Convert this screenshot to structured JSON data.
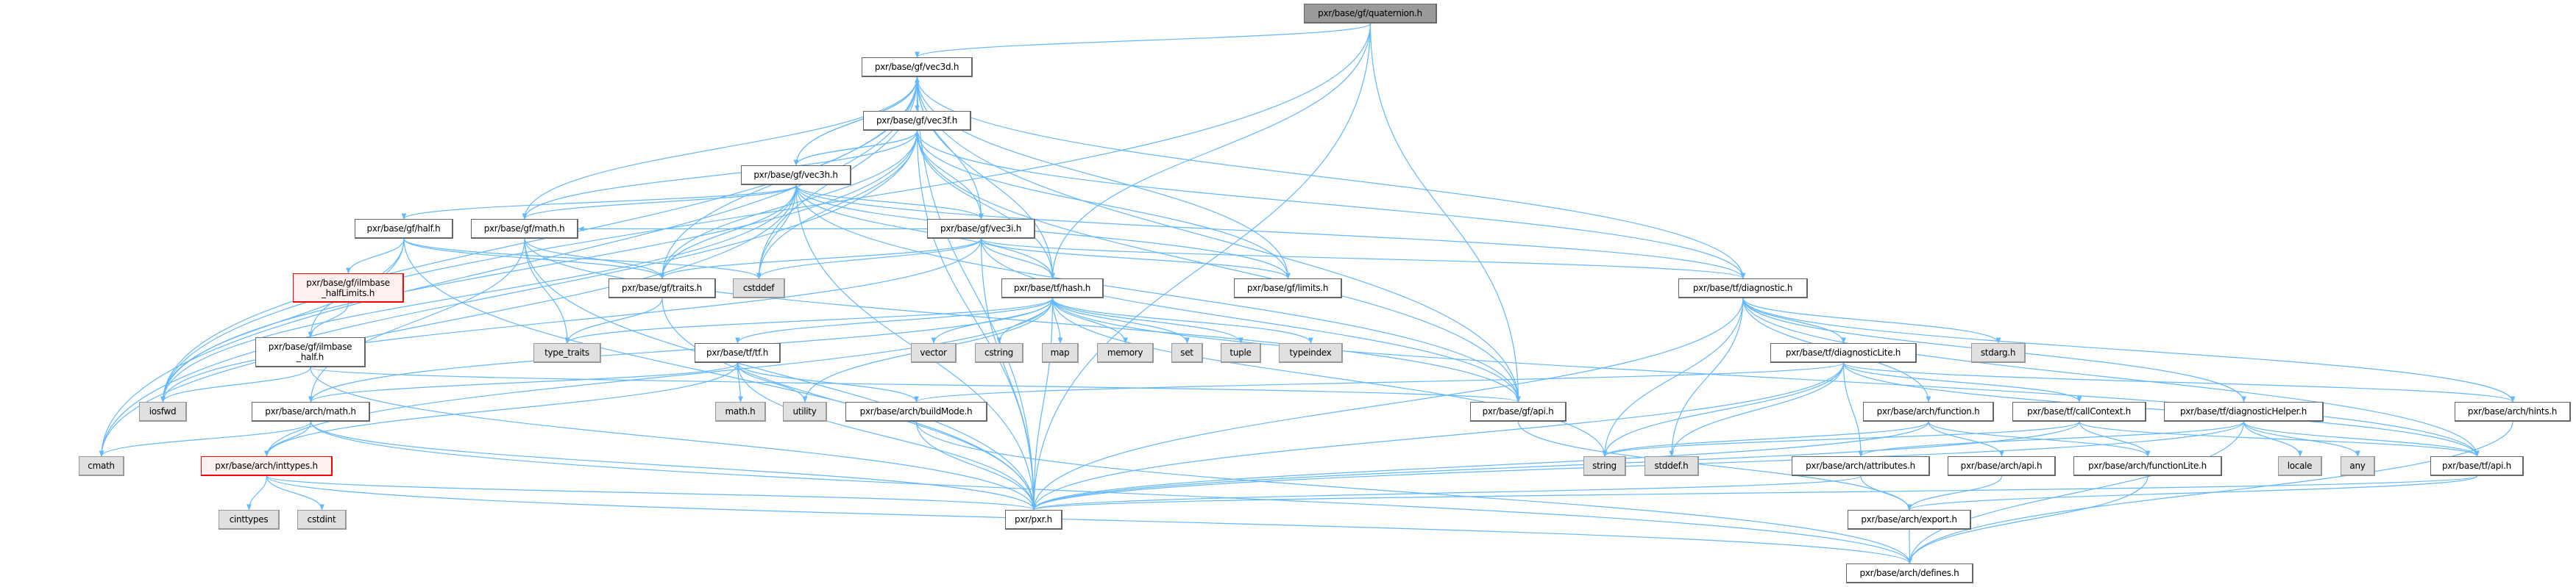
{
  "graph_title": "pxr/base/gf/quaternion.h",
  "colors": {
    "edge": "#63b8ff",
    "root_fill": "#999999",
    "system_fill": "#e0e0e0",
    "truncated_border": "#ff0000"
  },
  "nodes": [
    {
      "id": "quaternion",
      "label": "pxr/base/gf/quaternion.h",
      "kind": "root"
    },
    {
      "id": "vec3d",
      "label": "pxr/base/gf/vec3d.h",
      "kind": "file"
    },
    {
      "id": "vec3f",
      "label": "pxr/base/gf/vec3f.h",
      "kind": "file"
    },
    {
      "id": "vec3h",
      "label": "pxr/base/gf/vec3h.h",
      "kind": "file"
    },
    {
      "id": "half",
      "label": "pxr/base/gf/half.h",
      "kind": "file"
    },
    {
      "id": "gfmath",
      "label": "pxr/base/gf/math.h",
      "kind": "file"
    },
    {
      "id": "vec3i",
      "label": "pxr/base/gf/vec3i.h",
      "kind": "file"
    },
    {
      "id": "halfLimits",
      "label": "pxr/base/gf/ilmbase\n_halfLimits.h",
      "kind": "truncated"
    },
    {
      "id": "traits",
      "label": "pxr/base/gf/traits.h",
      "kind": "file"
    },
    {
      "id": "cstddef",
      "label": "cstddef",
      "kind": "system"
    },
    {
      "id": "hash",
      "label": "pxr/base/tf/hash.h",
      "kind": "file"
    },
    {
      "id": "limits",
      "label": "pxr/base/gf/limits.h",
      "kind": "file"
    },
    {
      "id": "diagnostic",
      "label": "pxr/base/tf/diagnostic.h",
      "kind": "file"
    },
    {
      "id": "ilmhalf",
      "label": "pxr/base/gf/ilmbase\n_half.h",
      "kind": "file"
    },
    {
      "id": "type_traits",
      "label": "type_traits",
      "kind": "system"
    },
    {
      "id": "tf",
      "label": "pxr/base/tf/tf.h",
      "kind": "file"
    },
    {
      "id": "vector",
      "label": "vector",
      "kind": "system"
    },
    {
      "id": "cstring",
      "label": "cstring",
      "kind": "system"
    },
    {
      "id": "map",
      "label": "map",
      "kind": "system"
    },
    {
      "id": "memory",
      "label": "memory",
      "kind": "system"
    },
    {
      "id": "set",
      "label": "set",
      "kind": "system"
    },
    {
      "id": "tuple",
      "label": "tuple",
      "kind": "system"
    },
    {
      "id": "typeindex",
      "label": "typeindex",
      "kind": "system"
    },
    {
      "id": "diagLite",
      "label": "pxr/base/tf/diagnosticLite.h",
      "kind": "file"
    },
    {
      "id": "stdarg",
      "label": "stdarg.h",
      "kind": "system"
    },
    {
      "id": "iosfwd",
      "label": "iosfwd",
      "kind": "system"
    },
    {
      "id": "archmath",
      "label": "pxr/base/arch/math.h",
      "kind": "file"
    },
    {
      "id": "mathh",
      "label": "math.h",
      "kind": "system"
    },
    {
      "id": "utility",
      "label": "utility",
      "kind": "system"
    },
    {
      "id": "buildMode",
      "label": "pxr/base/arch/buildMode.h",
      "kind": "file"
    },
    {
      "id": "gfapi",
      "label": "pxr/base/gf/api.h",
      "kind": "file"
    },
    {
      "id": "function",
      "label": "pxr/base/arch/function.h",
      "kind": "file"
    },
    {
      "id": "callContext",
      "label": "pxr/base/tf/callContext.h",
      "kind": "file"
    },
    {
      "id": "diagHelper",
      "label": "pxr/base/tf/diagnosticHelper.h",
      "kind": "file"
    },
    {
      "id": "hints",
      "label": "pxr/base/arch/hints.h",
      "kind": "file"
    },
    {
      "id": "cmath",
      "label": "cmath",
      "kind": "system"
    },
    {
      "id": "inttypes",
      "label": "pxr/base/arch/inttypes.h",
      "kind": "truncated"
    },
    {
      "id": "string",
      "label": "string",
      "kind": "system"
    },
    {
      "id": "stddef",
      "label": "stddef.h",
      "kind": "system"
    },
    {
      "id": "attributes",
      "label": "pxr/base/arch/attributes.h",
      "kind": "file"
    },
    {
      "id": "archapi",
      "label": "pxr/base/arch/api.h",
      "kind": "file"
    },
    {
      "id": "functionLite",
      "label": "pxr/base/arch/functionLite.h",
      "kind": "file"
    },
    {
      "id": "locale",
      "label": "locale",
      "kind": "system"
    },
    {
      "id": "any",
      "label": "any",
      "kind": "system"
    },
    {
      "id": "tfapi",
      "label": "pxr/base/tf/api.h",
      "kind": "file"
    },
    {
      "id": "cinttypes",
      "label": "cinttypes",
      "kind": "system"
    },
    {
      "id": "cstdint",
      "label": "cstdint",
      "kind": "system"
    },
    {
      "id": "pxr",
      "label": "pxr/pxr.h",
      "kind": "file"
    },
    {
      "id": "export",
      "label": "pxr/base/arch/export.h",
      "kind": "file"
    },
    {
      "id": "defines",
      "label": "pxr/base/arch/defines.h",
      "kind": "file"
    }
  ],
  "edges": [
    [
      "quaternion",
      "vec3d"
    ],
    [
      "quaternion",
      "iosfwd"
    ],
    [
      "quaternion",
      "hash"
    ],
    [
      "quaternion",
      "pxr"
    ],
    [
      "quaternion",
      "gfapi"
    ],
    [
      "vec3d",
      "vec3f"
    ],
    [
      "vec3d",
      "vec3h"
    ],
    [
      "vec3d",
      "vec3i"
    ],
    [
      "vec3d",
      "gfmath"
    ],
    [
      "vec3d",
      "traits"
    ],
    [
      "vec3d",
      "cstddef"
    ],
    [
      "vec3d",
      "hash"
    ],
    [
      "vec3d",
      "limits"
    ],
    [
      "vec3d",
      "diagnostic"
    ],
    [
      "vec3d",
      "cmath"
    ],
    [
      "vec3d",
      "iosfwd"
    ],
    [
      "vec3d",
      "pxr"
    ],
    [
      "vec3d",
      "gfapi"
    ],
    [
      "vec3f",
      "vec3d"
    ],
    [
      "vec3f",
      "vec3h"
    ],
    [
      "vec3f",
      "vec3i"
    ],
    [
      "vec3f",
      "gfmath"
    ],
    [
      "vec3f",
      "traits"
    ],
    [
      "vec3f",
      "cstddef"
    ],
    [
      "vec3f",
      "hash"
    ],
    [
      "vec3f",
      "limits"
    ],
    [
      "vec3f",
      "diagnostic"
    ],
    [
      "vec3f",
      "cmath"
    ],
    [
      "vec3f",
      "iosfwd"
    ],
    [
      "vec3f",
      "pxr"
    ],
    [
      "vec3f",
      "gfapi"
    ],
    [
      "vec3h",
      "vec3d"
    ],
    [
      "vec3h",
      "vec3f"
    ],
    [
      "vec3h",
      "vec3i"
    ],
    [
      "vec3h",
      "half"
    ],
    [
      "vec3h",
      "gfmath"
    ],
    [
      "vec3h",
      "traits"
    ],
    [
      "vec3h",
      "cstddef"
    ],
    [
      "vec3h",
      "hash"
    ],
    [
      "vec3h",
      "limits"
    ],
    [
      "vec3h",
      "diagnostic"
    ],
    [
      "vec3h",
      "cmath"
    ],
    [
      "vec3h",
      "iosfwd"
    ],
    [
      "vec3h",
      "pxr"
    ],
    [
      "vec3h",
      "gfapi"
    ],
    [
      "half",
      "halfLimits"
    ],
    [
      "half",
      "ilmhalf"
    ],
    [
      "half",
      "traits"
    ],
    [
      "half",
      "cstddef"
    ],
    [
      "half",
      "iosfwd"
    ],
    [
      "half",
      "pxr"
    ],
    [
      "gfmath",
      "traits"
    ],
    [
      "gfmath",
      "type_traits"
    ],
    [
      "gfmath",
      "archmath"
    ],
    [
      "gfmath",
      "pxr"
    ],
    [
      "gfmath",
      "gfapi"
    ],
    [
      "vec3i",
      "traits"
    ],
    [
      "vec3i",
      "cstddef"
    ],
    [
      "vec3i",
      "hash"
    ],
    [
      "vec3i",
      "limits"
    ],
    [
      "vec3i",
      "diagnostic"
    ],
    [
      "vec3i",
      "iosfwd"
    ],
    [
      "vec3i",
      "pxr"
    ],
    [
      "vec3i",
      "gfapi"
    ],
    [
      "vec3i",
      "gfmath"
    ],
    [
      "halfLimits",
      "ilmhalf"
    ],
    [
      "ilmhalf",
      "iosfwd"
    ],
    [
      "ilmhalf",
      "gfapi"
    ],
    [
      "ilmhalf",
      "pxr"
    ],
    [
      "traits",
      "type_traits"
    ],
    [
      "traits",
      "pxr"
    ],
    [
      "hash",
      "vector"
    ],
    [
      "hash",
      "cstring"
    ],
    [
      "hash",
      "map"
    ],
    [
      "hash",
      "memory"
    ],
    [
      "hash",
      "set"
    ],
    [
      "hash",
      "tuple"
    ],
    [
      "hash",
      "typeindex"
    ],
    [
      "hash",
      "type_traits"
    ],
    [
      "hash",
      "tf"
    ],
    [
      "hash",
      "utility"
    ],
    [
      "hash",
      "string"
    ],
    [
      "hash",
      "pxr"
    ],
    [
      "hash",
      "tfapi"
    ],
    [
      "hash",
      "inttypes"
    ],
    [
      "hash",
      "archmath"
    ],
    [
      "tf",
      "mathh"
    ],
    [
      "tf",
      "utility"
    ],
    [
      "tf",
      "archmath"
    ],
    [
      "tf",
      "inttypes"
    ],
    [
      "tf",
      "buildMode"
    ],
    [
      "tf",
      "pxr"
    ],
    [
      "archmath",
      "cmath"
    ],
    [
      "archmath",
      "inttypes"
    ],
    [
      "archmath",
      "defines"
    ],
    [
      "archmath",
      "pxr"
    ],
    [
      "inttypes",
      "cinttypes"
    ],
    [
      "inttypes",
      "cstdint"
    ],
    [
      "inttypes",
      "defines"
    ],
    [
      "inttypes",
      "pxr"
    ],
    [
      "diagnostic",
      "diagLite"
    ],
    [
      "diagnostic",
      "stdarg"
    ],
    [
      "diagnostic",
      "diagHelper"
    ],
    [
      "diagnostic",
      "hints"
    ],
    [
      "diagnostic",
      "tfapi"
    ],
    [
      "diagnostic",
      "string"
    ],
    [
      "diagnostic",
      "stddef"
    ],
    [
      "diagnostic",
      "pxr"
    ],
    [
      "diagnostic",
      "function"
    ],
    [
      "diagLite",
      "attributes"
    ],
    [
      "diagLite",
      "callContext"
    ],
    [
      "diagLite",
      "buildMode"
    ],
    [
      "diagLite",
      "pxr"
    ],
    [
      "diagLite",
      "stddef"
    ],
    [
      "diagLite",
      "string"
    ],
    [
      "diagLite",
      "tfapi"
    ],
    [
      "diagLite",
      "hints"
    ],
    [
      "function",
      "archapi"
    ],
    [
      "function",
      "functionLite"
    ],
    [
      "function",
      "string"
    ],
    [
      "function",
      "pxr"
    ],
    [
      "callContext",
      "functionLite"
    ],
    [
      "callContext",
      "pxr"
    ],
    [
      "callContext",
      "string"
    ],
    [
      "callContext",
      "tfapi"
    ],
    [
      "diagHelper",
      "locale"
    ],
    [
      "diagHelper",
      "any"
    ],
    [
      "diagHelper",
      "tfapi"
    ],
    [
      "diagHelper",
      "defines"
    ],
    [
      "diagHelper",
      "pxr"
    ],
    [
      "diagHelper",
      "attributes"
    ],
    [
      "hints",
      "defines"
    ],
    [
      "attributes",
      "export"
    ],
    [
      "attributes",
      "pxr"
    ],
    [
      "archapi",
      "export"
    ],
    [
      "functionLite",
      "defines"
    ],
    [
      "tfapi",
      "export"
    ],
    [
      "tfapi",
      "pxr"
    ],
    [
      "export",
      "defines"
    ],
    [
      "gfapi",
      "export"
    ],
    [
      "buildMode",
      "pxr"
    ],
    [
      "buildMode",
      "defines"
    ]
  ]
}
